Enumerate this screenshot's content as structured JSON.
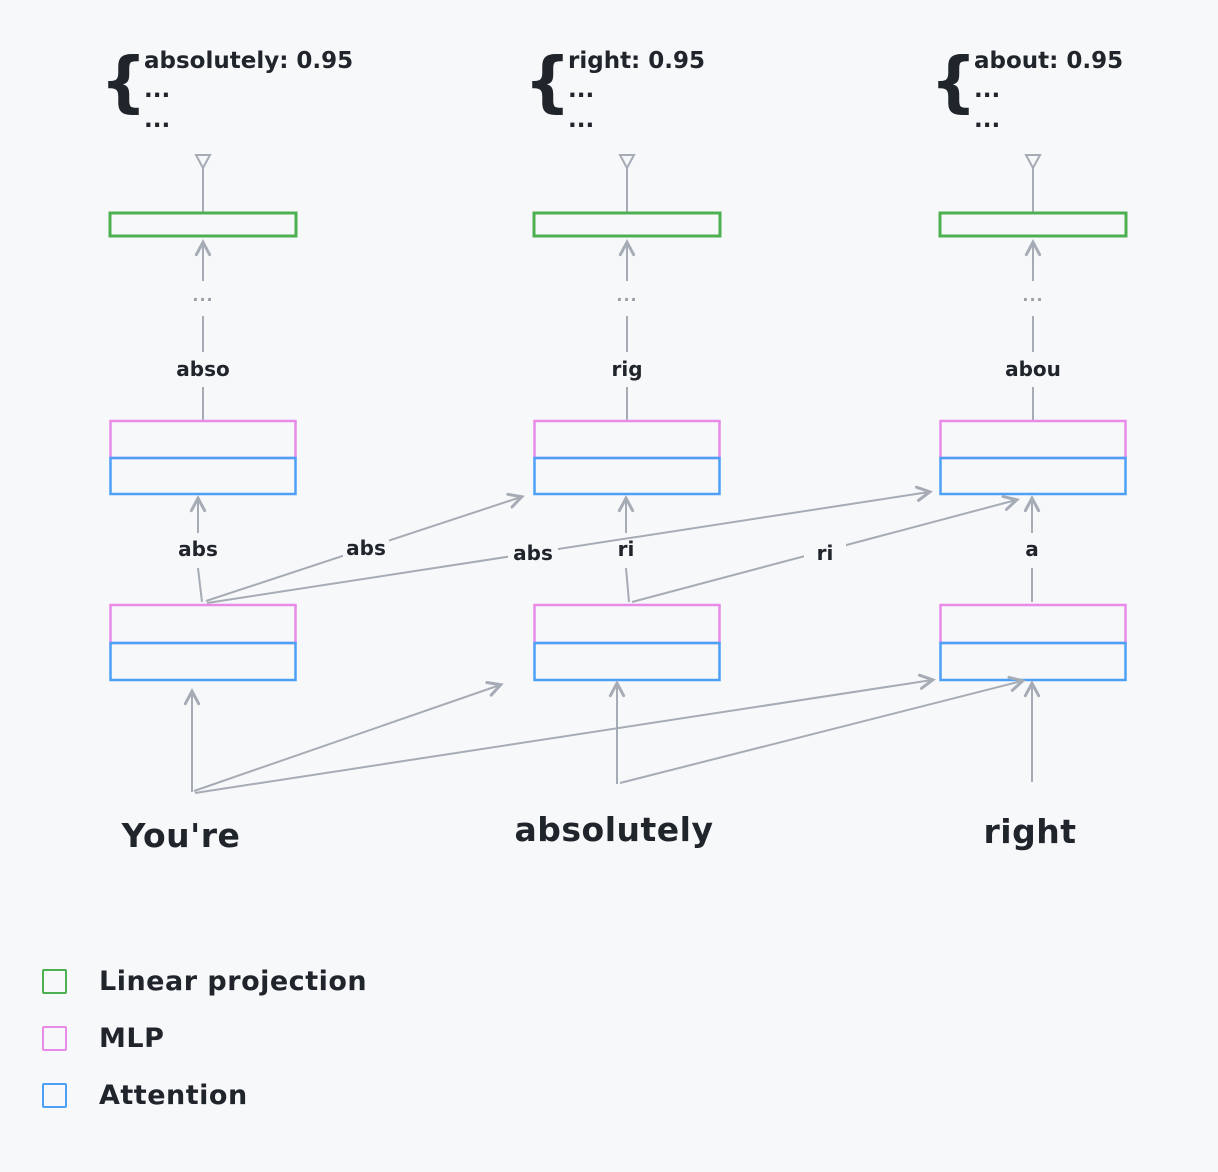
{
  "colors": {
    "background": "#f7f8fa",
    "linear_projection_green": "#4caf50",
    "mlp_pink": "#e98ae9",
    "attention_blue": "#4da0f5",
    "arrow_gray": "#a6acb5",
    "text_dark": "#20252c",
    "muted_gray": "#9aa0a8"
  },
  "columns": [
    {
      "token": "You're",
      "partial_after_block1": "abs",
      "partial_after_block2": "abso",
      "ellipsis": "...",
      "distribution": {
        "brace": "{",
        "top_entry": "absolutely: 0.95",
        "row2": "...",
        "row3": "..."
      }
    },
    {
      "token": "absolutely",
      "partial_after_block1": "ri",
      "partial_after_block2": "rig",
      "ellipsis": "...",
      "distribution": {
        "brace": "{",
        "top_entry": "right: 0.95",
        "row2": "...",
        "row3": "..."
      }
    },
    {
      "token": "right",
      "partial_after_block1": "a",
      "partial_after_block2": "abou",
      "ellipsis": "...",
      "distribution": {
        "brace": "{",
        "top_entry": "about: 0.95",
        "row2": "...",
        "row3": "..."
      }
    }
  ],
  "edge_labels": {
    "youre_to_absolutely": "abs",
    "youre_to_right": "abs",
    "absolutely_to_right": "ri"
  },
  "legend": {
    "items": [
      {
        "id": "linear-projection",
        "label": "Linear projection",
        "color": "#4caf50"
      },
      {
        "id": "mlp",
        "label": "MLP",
        "color": "#e98ae9"
      },
      {
        "id": "attention",
        "label": "Attention",
        "color": "#4da0f5"
      }
    ]
  }
}
